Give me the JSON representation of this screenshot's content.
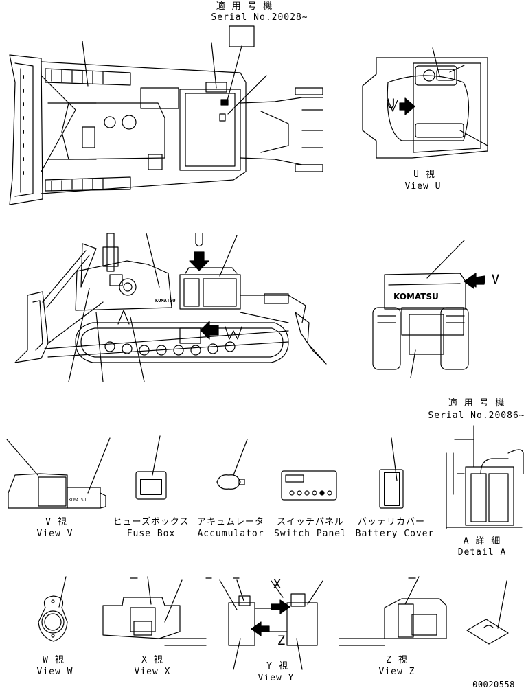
{
  "serial_top": {
    "jp": "適 用 号 機",
    "en": "Serial No.20028~"
  },
  "serial_right": {
    "jp": "適 用 号 機",
    "en": "Serial No.20086~"
  },
  "view_letters": {
    "u": "U",
    "v": "V",
    "w": "W",
    "x": "X",
    "y": "Y",
    "z": "Z"
  },
  "views": {
    "u": {
      "jp": "U 視",
      "en": "View U"
    },
    "v": {
      "jp": "V 視",
      "en": "View V"
    },
    "w": {
      "jp": "W 視",
      "en": "View W"
    },
    "x": {
      "jp": "X 視",
      "en": "View X"
    },
    "y": {
      "jp": "Y 視",
      "en": "View Y"
    },
    "z": {
      "jp": "Z 視",
      "en": "View Z"
    }
  },
  "details": {
    "fuse_box": {
      "jp": "ヒューズボックス",
      "en": "Fuse Box"
    },
    "accumulator": {
      "jp": "アキュムレータ",
      "en": "Accumulator"
    },
    "switch_panel": {
      "jp": "スイッチパネル",
      "en": "Switch Panel"
    },
    "battery_cover": {
      "jp": "バッテリカバー",
      "en": "Battery Cover"
    },
    "detail_a": {
      "jp": "A 詳 細",
      "en": "Detail A"
    }
  },
  "brand_text": "KOMATSU",
  "drawing_number": "00020558",
  "colors": {
    "line": "#000000",
    "paper": "#ffffff"
  }
}
